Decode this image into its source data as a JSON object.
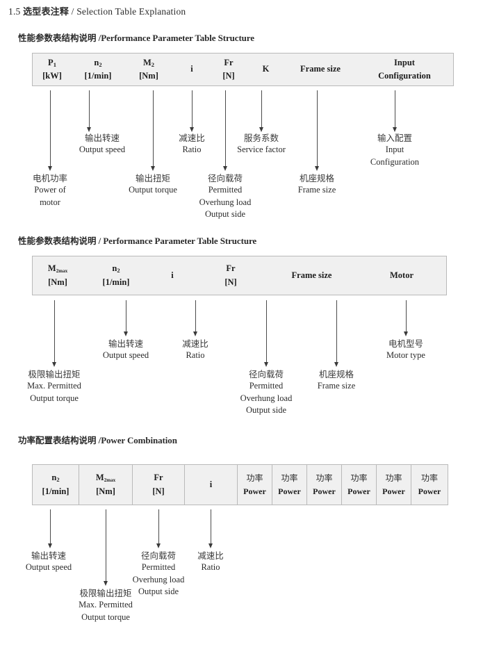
{
  "title": {
    "number": "1.5",
    "cn": "选型表注释",
    "slash": " / ",
    "en": "Selection Table Explanation"
  },
  "sections": [
    {
      "heading_cn": "性能参数表结构说明",
      "heading_sep": " /",
      "heading_en": "Performance Parameter Table Structure",
      "columns": [
        {
          "line1": "P",
          "sub1": "1",
          "line2": "[kW]"
        },
        {
          "line1": "n",
          "sub1": "2",
          "line2": "[1/min]"
        },
        {
          "line1": "M",
          "sub1": "2",
          "line2": "[Nm]"
        },
        {
          "line1": "i",
          "sub1": "",
          "line2": ""
        },
        {
          "line1": "Fr",
          "sub1": "",
          "line2": "[N]"
        },
        {
          "line1": "K",
          "sub1": "",
          "line2": ""
        },
        {
          "line1": "Frame size",
          "sub1": "",
          "line2": ""
        },
        {
          "line1": "Input",
          "sub1": "",
          "line2": "Configuration"
        }
      ],
      "annotations": [
        {
          "cn": "电机功率",
          "en": [
            "Power of",
            "motor"
          ]
        },
        {
          "cn": "输出转速",
          "en": [
            "Output speed"
          ]
        },
        {
          "cn": "输出扭矩",
          "en": [
            "Output torque"
          ]
        },
        {
          "cn": "减速比",
          "en": [
            "Ratio"
          ]
        },
        {
          "cn": "径向载荷",
          "en": [
            "Permitted",
            "Overhung load",
            "Output side"
          ]
        },
        {
          "cn": "服务系数",
          "en": [
            "Service factor"
          ]
        },
        {
          "cn": "机座规格",
          "en": [
            "Frame size"
          ]
        },
        {
          "cn": "输入配置",
          "en": [
            "Input",
            "Configuration"
          ]
        }
      ]
    },
    {
      "heading_cn": "性能参数表结构说明",
      "heading_sep": " / ",
      "heading_en": "Performance Parameter Table Structure",
      "columns": [
        {
          "line1": "M",
          "sub1": "2max",
          "line2": "[Nm]"
        },
        {
          "line1": "n",
          "sub1": "2",
          "line2": "[1/min]"
        },
        {
          "line1": "i",
          "sub1": "",
          "line2": ""
        },
        {
          "line1": "Fr",
          "sub1": "",
          "line2": "[N]"
        },
        {
          "line1": "Frame size",
          "sub1": "",
          "line2": ""
        },
        {
          "line1": "Motor",
          "sub1": "",
          "line2": ""
        }
      ],
      "annotations": [
        {
          "cn": "极限输出扭矩",
          "en": [
            "Max. Permitted",
            "Output  torque"
          ]
        },
        {
          "cn": "输出转速",
          "en": [
            "Output speed"
          ]
        },
        {
          "cn": "减速比",
          "en": [
            "Ratio"
          ]
        },
        {
          "cn": "径向载荷",
          "en": [
            "Permitted",
            "Overhung load",
            "Output side"
          ]
        },
        {
          "cn": "机座规格",
          "en": [
            "Frame size"
          ]
        },
        {
          "cn": "电机型号",
          "en": [
            "Motor type"
          ]
        }
      ]
    },
    {
      "heading_cn": "功率配置表结构说明",
      "heading_sep": " /",
      "heading_en": "Power Combination",
      "columns": [
        {
          "line1": "n",
          "sub1": "2",
          "line2": "[1/min]"
        },
        {
          "line1": "M",
          "sub1": "2max",
          "line2": "[Nm]"
        },
        {
          "line1": "Fr",
          "sub1": "",
          "line2": "[N]"
        },
        {
          "line1": "i",
          "sub1": "",
          "line2": ""
        },
        {
          "cn": "功率",
          "en": "Power"
        },
        {
          "cn": "功率",
          "en": "Power"
        },
        {
          "cn": "功率",
          "en": "Power"
        },
        {
          "cn": "功率",
          "en": "Power"
        },
        {
          "cn": "功率",
          "en": "Power"
        },
        {
          "cn": "功率",
          "en": "Power"
        }
      ],
      "annotations": [
        {
          "cn": "输出转速",
          "en": [
            "Output speed"
          ]
        },
        {
          "cn": "极限输出扭矩",
          "en": [
            "Max. Permitted",
            "Output  torque"
          ]
        },
        {
          "cn": "径向载荷",
          "en": [
            "Permitted",
            "Overhung load",
            "Output side"
          ]
        },
        {
          "cn": "减速比",
          "en": [
            "Ratio"
          ]
        }
      ]
    }
  ],
  "colors": {
    "table_fill": "#f0f0f0",
    "table_border": "#b9b9b9",
    "arrow": "#3a3a3a",
    "text": "#2b2b2b"
  }
}
